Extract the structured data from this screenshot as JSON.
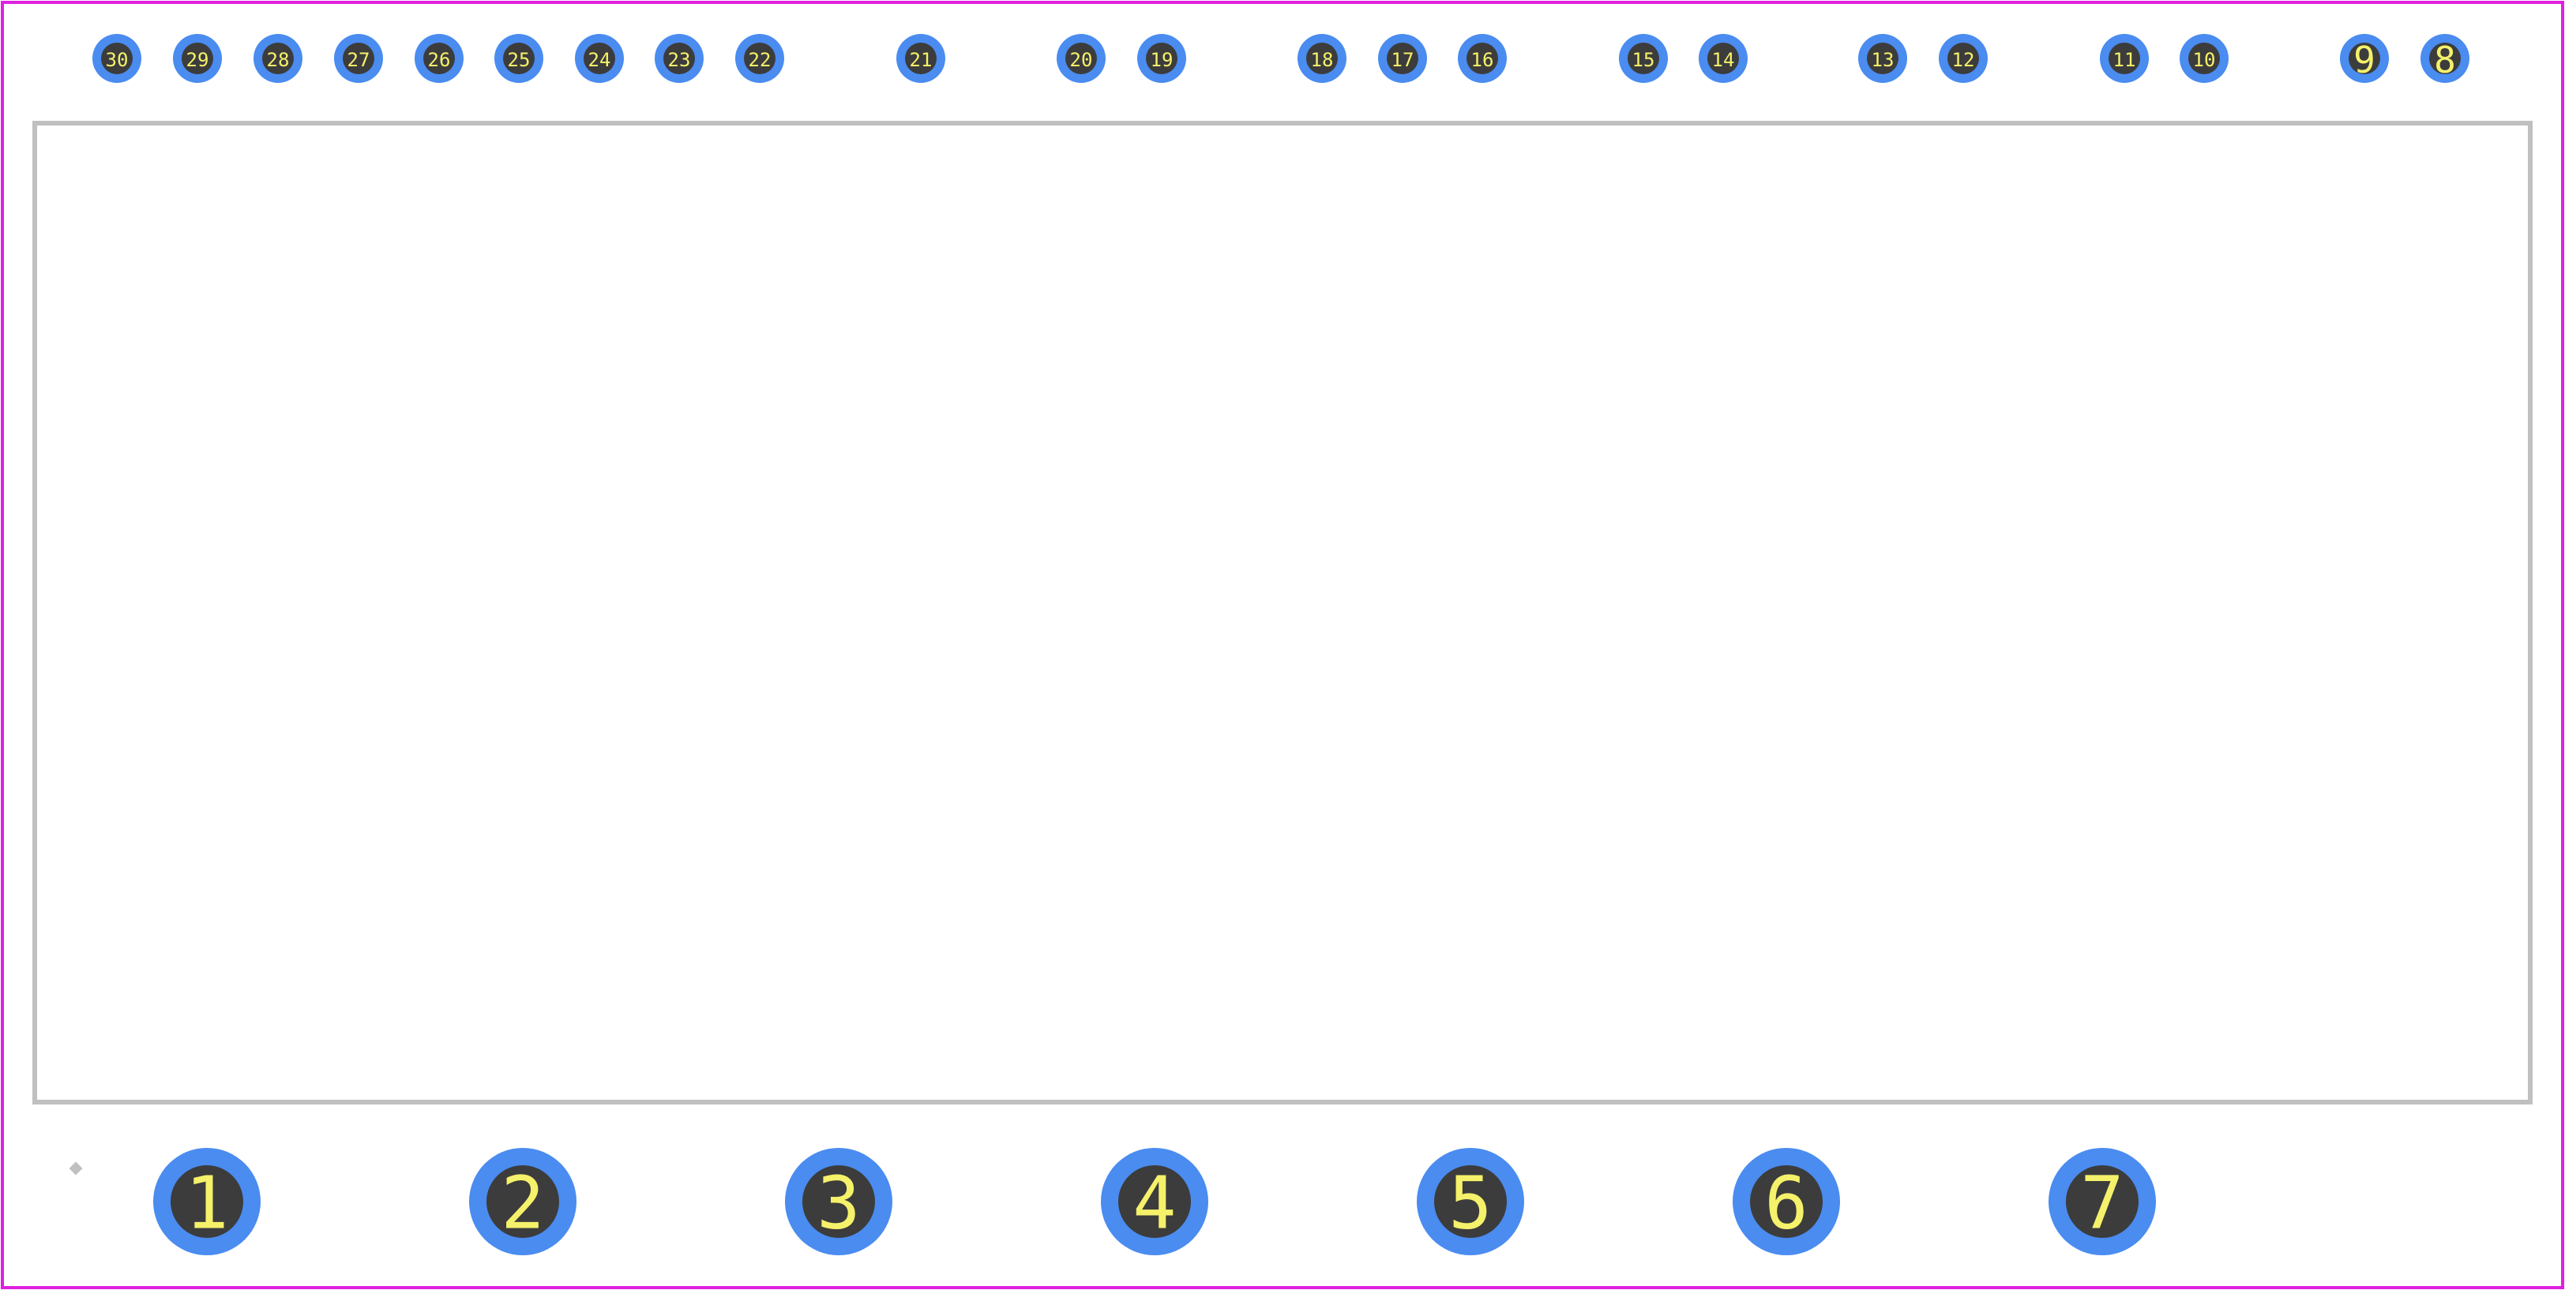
{
  "footprint": {
    "colors": {
      "background": "#ffffff",
      "courtyard": "#e020e0",
      "silkscreen": "#c0c0c0",
      "pad_copper": "#4a8cf0",
      "pad_hole": "#3c3c3c",
      "pad_label": "#f5f16a"
    },
    "large_pads": [
      {
        "label": "1"
      },
      {
        "label": "2"
      },
      {
        "label": "3"
      },
      {
        "label": "4"
      },
      {
        "label": "5"
      },
      {
        "label": "6"
      },
      {
        "label": "7"
      }
    ],
    "small_pads": [
      {
        "label": "30"
      },
      {
        "label": "29"
      },
      {
        "label": "28"
      },
      {
        "label": "27"
      },
      {
        "label": "26"
      },
      {
        "label": "25"
      },
      {
        "label": "24"
      },
      {
        "label": "23"
      },
      {
        "label": "22"
      },
      {
        "label": "21"
      },
      {
        "label": "20"
      },
      {
        "label": "19"
      },
      {
        "label": "18"
      },
      {
        "label": "17"
      },
      {
        "label": "16"
      },
      {
        "label": "15"
      },
      {
        "label": "14"
      },
      {
        "label": "13"
      },
      {
        "label": "12"
      },
      {
        "label": "11"
      },
      {
        "label": "10"
      },
      {
        "label": "9"
      },
      {
        "label": "8"
      }
    ]
  }
}
